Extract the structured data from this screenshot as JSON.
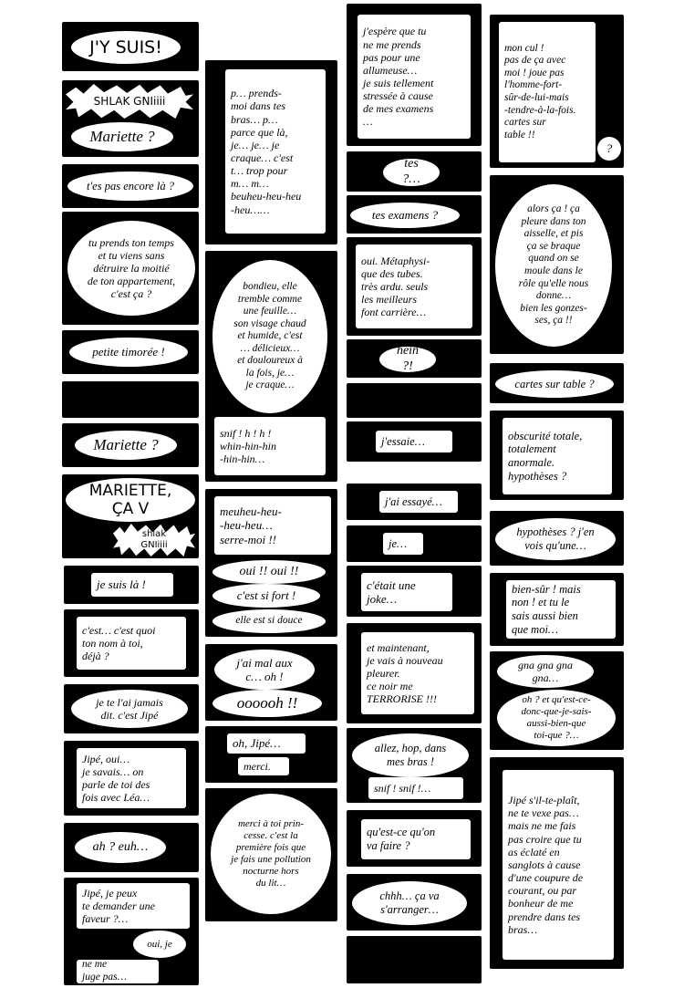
{
  "columns": [
    {
      "panels": [
        {
          "bubbles": [
            {
              "text": "J'Y SUIS!"
            }
          ]
        },
        {
          "bubbles": [
            {
              "text": "SHLAK GNIiiii"
            },
            {
              "text": "Mariette ?"
            }
          ]
        },
        {
          "bubbles": [
            {
              "text": "t'es pas encore là ?"
            }
          ]
        },
        {
          "bubbles": [
            {
              "text": "tu prends ton temps\net tu viens sans\ndétruire la moitié\nde ton appartement,\nc'est ça ?"
            }
          ]
        },
        {
          "bubbles": [
            {
              "text": "petite timorée !"
            }
          ]
        },
        {
          "bubbles": []
        },
        {
          "bubbles": [
            {
              "text": "Mariette ?"
            }
          ]
        },
        {
          "bubbles": [
            {
              "text": "MARIETTE,\nÇA V"
            },
            {
              "text": "shlak\nGNIiiii"
            }
          ]
        },
        {
          "bubbles": [
            {
              "text": "je suis là !"
            }
          ]
        },
        {
          "bubbles": [
            {
              "text": "c'est… c'est quoi\nton nom à toi,\ndéjà ?"
            }
          ]
        },
        {
          "bubbles": [
            {
              "text": "je te l'ai jamais\ndit. c'est Jipé"
            }
          ]
        },
        {
          "bubbles": [
            {
              "text": "Jipé, oui…\nje savais… on\nparle de toi des\nfois avec Léa…"
            }
          ]
        },
        {
          "bubbles": [
            {
              "text": "ah ? euh…"
            }
          ]
        },
        {
          "bubbles": [
            {
              "text": "Jipé, je peux\nte demander une\nfaveur ?…"
            },
            {
              "text": "oui, je"
            },
            {
              "text": "ne me\njuge pas…"
            }
          ]
        }
      ]
    },
    {
      "panels": [
        {
          "bubbles": [
            {
              "text": "p… prends-\nmoi dans tes\nbras… p…\nparce que là,\nje… je… je\ncraque… c'est\nt… trop pour\nm… m…\nbeuheu-heu-heu\n-heu……"
            }
          ]
        },
        {
          "bubbles": [
            {
              "text": "bondieu, elle\ntremble comme\nune feuille…\nson visage chaud\net humide, c'est\n… délicieux…\net douloureux à\nla fois, je…\nje craque…"
            },
            {
              "text": "snif ! h ! h !\nwhin-hin-hin\n-hin-hin…"
            }
          ]
        },
        {
          "bubbles": [
            {
              "text": "meuheu-heu-\n-heu-heu…\nserre-moi !!"
            },
            {
              "text": "oui !! oui !!"
            },
            {
              "text": "c'est si fort !"
            },
            {
              "text": "elle est si douce"
            }
          ]
        },
        {
          "bubbles": [
            {
              "text": "j'ai mal aux\nc… oh !"
            },
            {
              "text": "oooooh !!"
            }
          ]
        },
        {
          "bubbles": [
            {
              "text": "oh, Jipé…"
            },
            {
              "text": "merci."
            }
          ]
        },
        {
          "bubbles": [
            {
              "text": "merci à toi prin-\ncesse. c'est la\npremière fois que\nje fais une pollution\nnocturne hors\ndu lit…"
            }
          ]
        }
      ]
    },
    {
      "panels": [
        {
          "bubbles": [
            {
              "text": "j'espère que tu\nne me prends\npas pour une\nallumeuse…\nje suis tellement\nstressée à cause\nde mes examens\n…"
            }
          ]
        },
        {
          "bubbles": [
            {
              "text": "tes ?…"
            }
          ]
        },
        {
          "bubbles": [
            {
              "text": "tes examens ?"
            }
          ]
        },
        {
          "bubbles": [
            {
              "text": "oui. Métaphysi-\nque des tubes.\ntrès ardu. seuls\nles meilleurs\nfont carrière…"
            }
          ]
        },
        {
          "bubbles": [
            {
              "text": "hein ?!"
            }
          ]
        },
        {
          "bubbles": []
        },
        {
          "bubbles": [
            {
              "text": "j'essaie…"
            }
          ]
        },
        {
          "bubbles": [
            {
              "text": "j'ai essayé…"
            }
          ]
        },
        {
          "bubbles": [
            {
              "text": "je…"
            }
          ]
        },
        {
          "bubbles": [
            {
              "text": "c'était une\njoke…"
            }
          ]
        },
        {
          "bubbles": [
            {
              "text": "et maintenant,\nje vais à nouveau\npleurer.\nce noir me\nTERRORISE !!!"
            }
          ]
        },
        {
          "bubbles": [
            {
              "text": "allez, hop, dans\nmes bras !"
            },
            {
              "text": "snif ! snif !…"
            }
          ]
        },
        {
          "bubbles": [
            {
              "text": "qu'est-ce qu'on\nva faire ?"
            }
          ]
        },
        {
          "bubbles": [
            {
              "text": "chhh… ça va\ns'arranger…"
            }
          ]
        },
        {
          "bubbles": []
        }
      ]
    },
    {
      "panels": [
        {
          "bubbles": [
            {
              "text": "mon cul !\npas de ça avec\nmoi ! joue pas\nl'homme-fort-\nsûr-de-lui-mais\n-tendre-à-la-fois.\ncartes sur\ntable !!"
            },
            {
              "text": "?"
            }
          ]
        },
        {
          "bubbles": [
            {
              "text": "alors ça ! ça\npleure dans ton\naisselle, et pis\nça se braque\nquand on se\nmoule dans le\nrôle qu'elle nous\ndonne…\nbien les gonzes-\nses, ça !!"
            }
          ]
        },
        {
          "bubbles": [
            {
              "text": "cartes sur table ?"
            }
          ]
        },
        {
          "bubbles": [
            {
              "text": "obscurité totale,\ntotalement\nanormale.\nhypothèses ?"
            }
          ]
        },
        {
          "bubbles": [
            {
              "text": "hypothèses ? j'en\nvois qu'une…"
            }
          ]
        },
        {
          "bubbles": [
            {
              "text": "bien-sûr ! mais\nnon ! et tu le\nsais aussi bien\nque moi…"
            }
          ]
        },
        {
          "bubbles": [
            {
              "text": "gna gna gna\ngna…"
            },
            {
              "text": "oh ? et qu'est-ce-\ndonc-que-je-sais-\naussi-bien-que\ntoi-que ?…"
            }
          ]
        },
        {
          "bubbles": [
            {
              "text": "Jipé s'il-te-plaît,\nne te vexe pas…\nmais ne me fais\npas croire que tu\nas éclaté en\nsanglots à cause\nd'une coupure de\ncourant, ou par\nbonheur de me\nprendre dans tes\nbras…"
            }
          ]
        }
      ]
    }
  ],
  "colors": {
    "ink": "#000000",
    "paper": "#ffffff"
  }
}
